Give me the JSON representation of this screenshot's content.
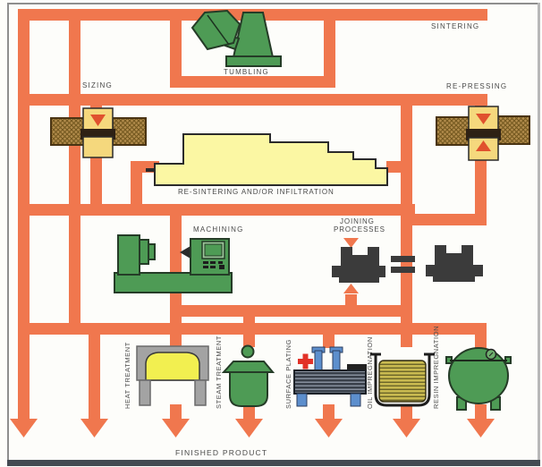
{
  "labels": {
    "sintering": "SINTERING",
    "tumbling": "TUMBLING",
    "sizing": "SIZING",
    "re_pressing": "RE-PRESSING",
    "re_sintering": "RE-SINTERING AND/OR INFILTRATION",
    "machining": "MACHINING",
    "joining_line1": "JOINING",
    "joining_line2": "PROCESSES",
    "heat_treatment": "HEAT TREATMENT",
    "steam_treatment": "STEAM TREATMENT",
    "surface_plating": "SURFACE PLATING",
    "oil_impregnation": "OIL IMPREGNATION",
    "resin_impregnation": "RESIN IMPREGNATION",
    "finished_product": "FINISHED PRODUCT"
  },
  "colors": {
    "bg": "#FDFDFA",
    "flow": "#F0774E",
    "accent": "#E0512E",
    "green": "#4E9B55",
    "furnaceYellow": "#FBF7A3",
    "heatYellow": "#F2EF50",
    "punchYellow": "#F5D87D",
    "dieBrown": "#B28C4C",
    "charcoal": "#3B3B3B",
    "blue": "#5D8FCD",
    "red": "#E23228",
    "frameGray": "#A3A3A3",
    "oilYellow": "#C9BA50",
    "textGray": "#4a4a4a"
  }
}
